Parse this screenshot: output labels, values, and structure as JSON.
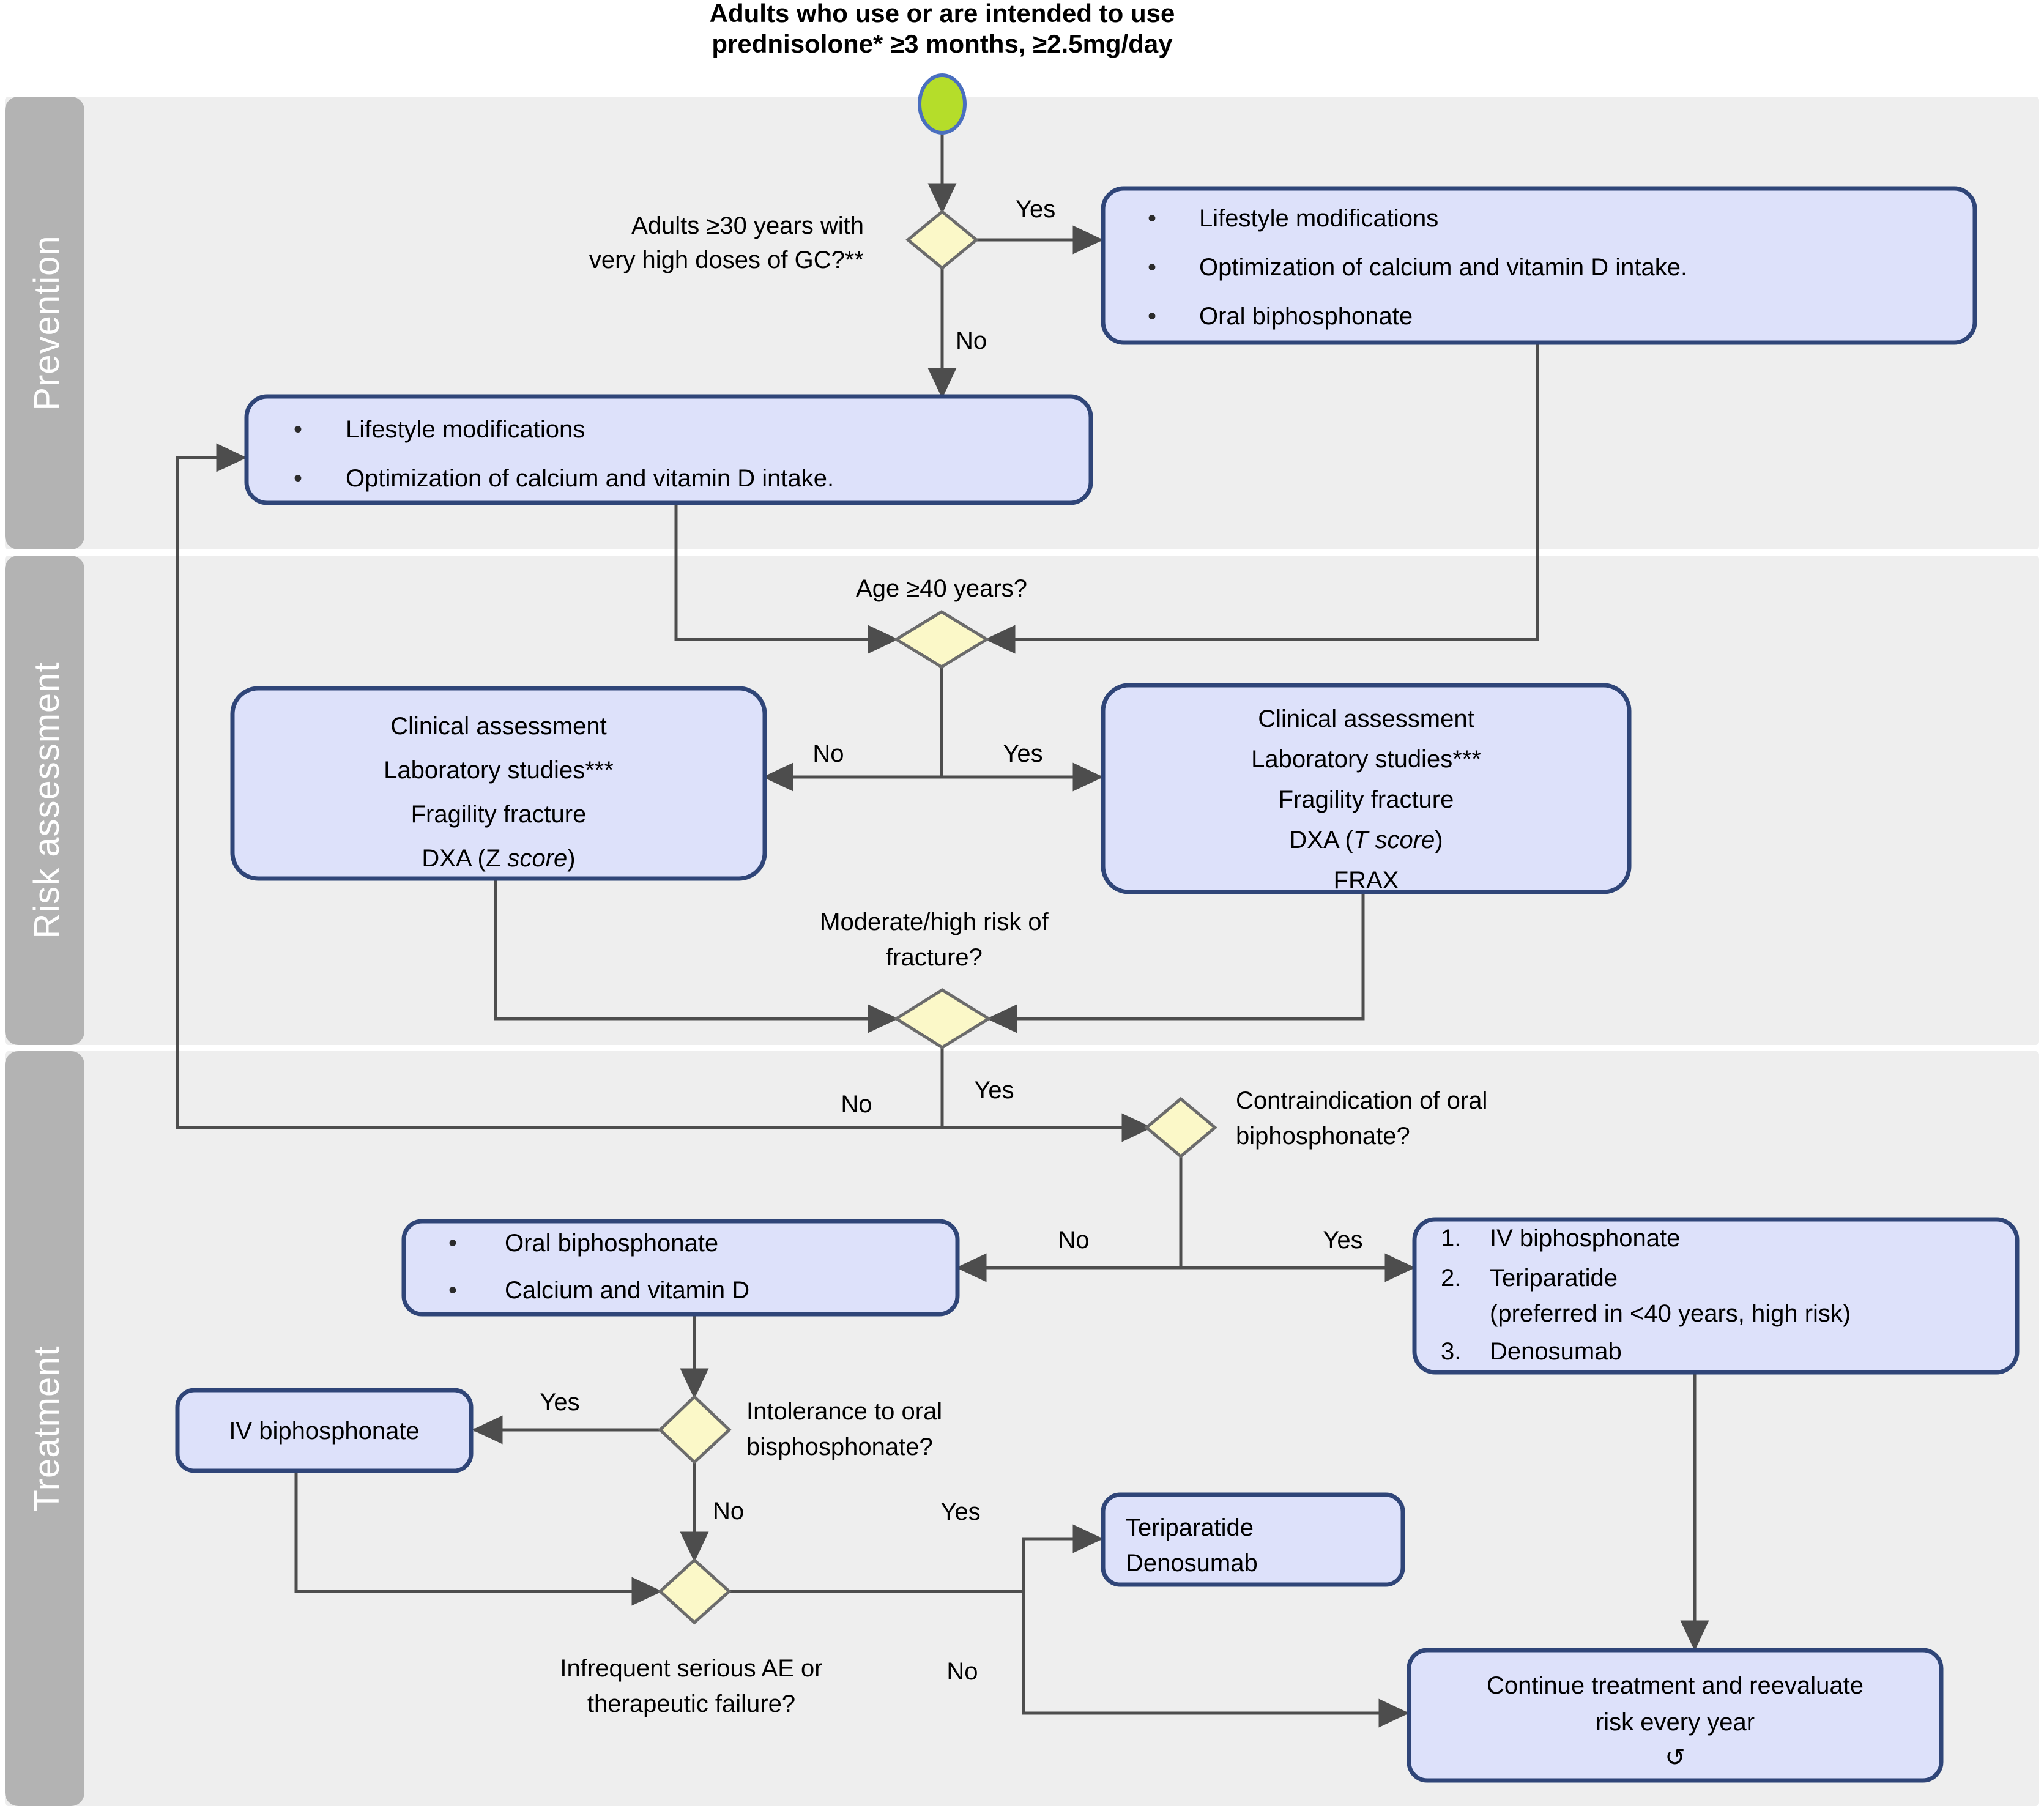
{
  "title": {
    "line1": "Adults who use or are intended to use",
    "line2": "prednisolone* ≥3 months, ≥2.5mg/day"
  },
  "lanes": [
    {
      "id": "prevention",
      "label": "Prevention"
    },
    {
      "id": "risk-assessment",
      "label": "Risk assessment"
    },
    {
      "id": "treatment",
      "label": "Treatment"
    }
  ],
  "colors": {
    "process_fill": "#dde1fa",
    "process_border": "#2f4578",
    "decision_fill": "#fbf8c8",
    "decision_border": "#6b6b6b",
    "start_fill": "#b5dd2a",
    "start_border": "#4a6fbf",
    "lane_band": "#b3b3b3",
    "lane_bg": "#eeeeee",
    "connector": "#4d4d4d"
  },
  "nodes": {
    "start": {
      "type": "start",
      "name": "start-node"
    },
    "d_very_high_gc": {
      "type": "decision",
      "label_line1": "Adults ≥30 years with",
      "label_line2": "very high doses of GC?**"
    },
    "p_prevent_high": {
      "type": "process",
      "items": [
        "Lifestyle modifications",
        "Optimization of calcium and vitamin D intake.",
        "Oral biphosphonate"
      ]
    },
    "p_prevent_low": {
      "type": "process",
      "items": [
        "Lifestyle modifications",
        "Optimization of calcium and vitamin D intake."
      ]
    },
    "d_age_40": {
      "type": "decision",
      "label_line1": "Age ≥40 years?"
    },
    "p_assess_z": {
      "type": "process",
      "lines": [
        "Clinical assessment",
        "Laboratory studies***",
        "Fragility fracture",
        "DXA (Z score)"
      ],
      "italic_line": "DXA (Z score)"
    },
    "p_assess_t": {
      "type": "process",
      "lines": [
        "Clinical assessment",
        "Laboratory studies***",
        "Fragility fracture",
        "DXA (T score)",
        "FRAX"
      ],
      "italic_line": "DXA (T score)"
    },
    "d_risk": {
      "type": "decision",
      "label_line1": "Moderate/high risk of",
      "label_line2": "fracture?"
    },
    "d_contraindication": {
      "type": "decision",
      "label_line1": "Contraindication of oral",
      "label_line2": "biphosphonate?"
    },
    "p_oral_bisph": {
      "type": "process",
      "items": [
        "Oral biphosphonate",
        "Calcium and vitamin D"
      ]
    },
    "p_iv_list": {
      "type": "process",
      "items": [
        {
          "num": "1.",
          "text": "IV biphosphonate"
        },
        {
          "num": "2.",
          "text": "Teriparatide"
        },
        {
          "num": "",
          "text": "(preferred in <40 years, high risk)"
        },
        {
          "num": "3.",
          "text": "Denosumab"
        }
      ]
    },
    "d_intolerance": {
      "type": "decision",
      "label_line1": "Intolerance to oral",
      "label_line2": "bisphosphonate?"
    },
    "p_iv_bisph": {
      "type": "process",
      "lines": [
        "IV biphosphonate"
      ]
    },
    "d_ae_failure": {
      "type": "decision",
      "label_line1": "Infrequent serious AE or",
      "label_line2": "therapeutic failure?"
    },
    "p_terip_deno": {
      "type": "process",
      "lines": [
        "Teriparatide",
        "Denosumab"
      ]
    },
    "p_continue": {
      "type": "process",
      "lines": [
        "Continue treatment and reevaluate",
        "risk every year"
      ],
      "loop_glyph": "↺"
    }
  },
  "edge_labels": {
    "gc_yes": "Yes",
    "gc_no": "No",
    "age_no": "No",
    "age_yes": "Yes",
    "risk_no": "No",
    "risk_yes": "Yes",
    "contra_no": "No",
    "contra_yes": "Yes",
    "intol_yes": "Yes",
    "intol_no": "No",
    "ae_yes": "Yes",
    "ae_no": "No"
  }
}
